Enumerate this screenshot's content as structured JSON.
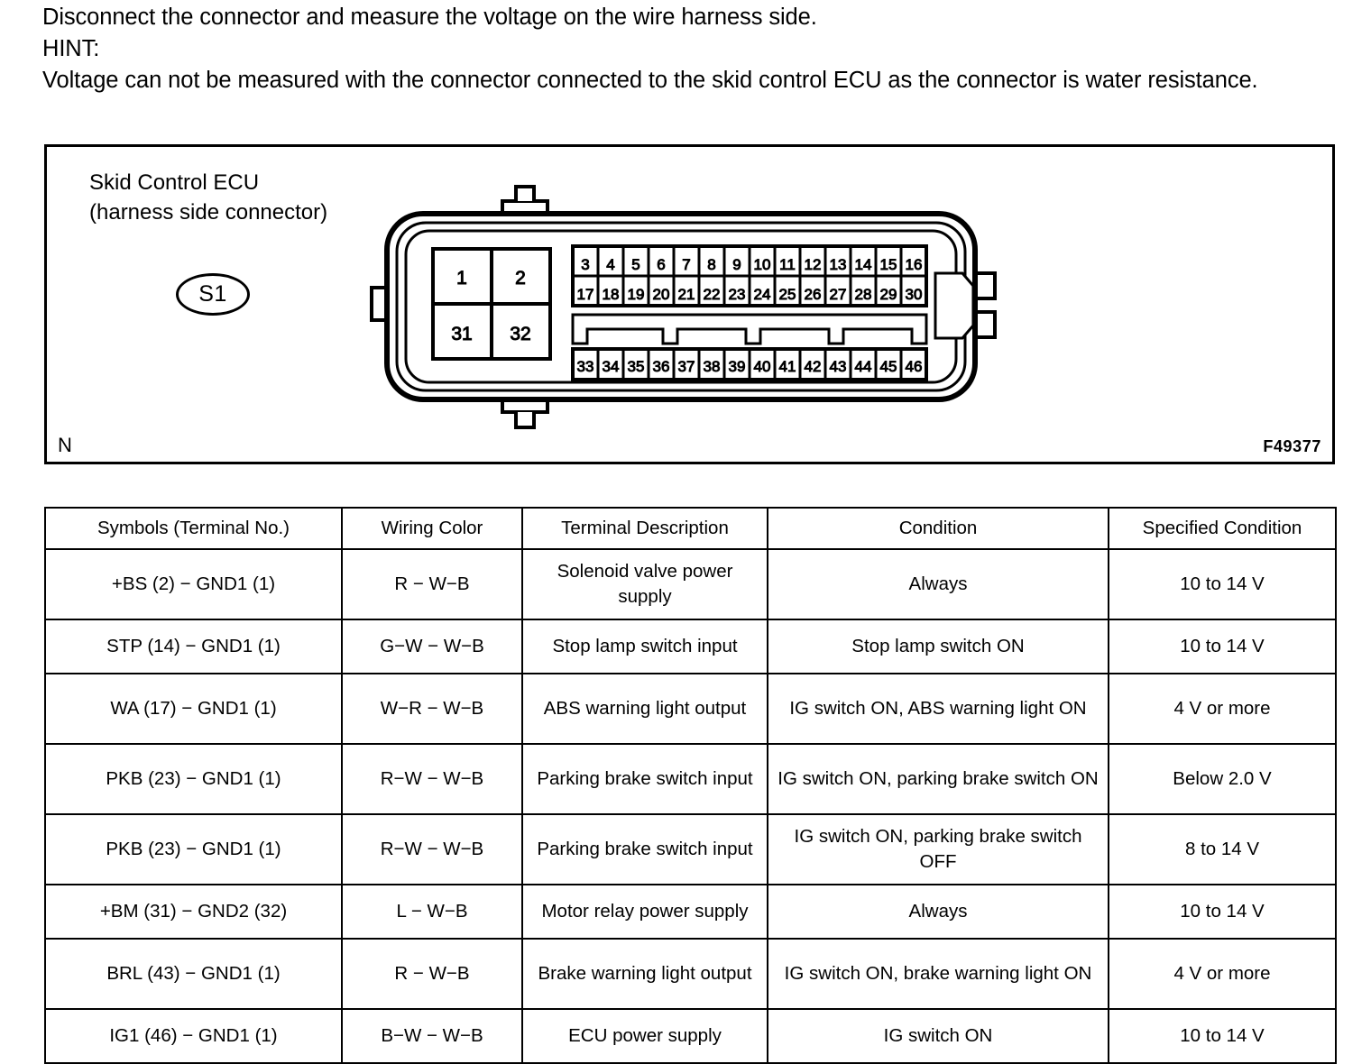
{
  "intro": {
    "line1": "Disconnect the connector and measure the voltage on the wire harness side.",
    "line2": "HINT:",
    "line3": "Voltage can not be measured with the connector connected to the skid control ECU as the connector is water resistance."
  },
  "figure": {
    "title": "Skid Control ECU\n(harness side connector)",
    "badge": "S1",
    "corner_mark": "N",
    "figure_id": "F49377",
    "connector": {
      "left_block_rows": [
        [
          "1",
          "2"
        ],
        [
          "31",
          "32"
        ]
      ],
      "grid_row_top": [
        "3",
        "4",
        "5",
        "6",
        "7",
        "8",
        "9",
        "10",
        "11",
        "12",
        "13",
        "14",
        "15",
        "16"
      ],
      "grid_row_middle": [
        "17",
        "18",
        "19",
        "20",
        "21",
        "22",
        "23",
        "24",
        "25",
        "26",
        "27",
        "28",
        "29",
        "30"
      ],
      "grid_row_bottom": [
        "33",
        "34",
        "35",
        "36",
        "37",
        "38",
        "39",
        "40",
        "41",
        "42",
        "43",
        "44",
        "45",
        "46"
      ]
    }
  },
  "table": {
    "headers": [
      "Symbols (Terminal No.)",
      "Wiring Color",
      "Terminal Description",
      "Condition",
      "Specified Condition"
    ],
    "rows": [
      {
        "symbols": "+BS (2) − GND1 (1)",
        "wiring_color": "R − W−B",
        "description": "Solenoid valve power supply",
        "condition": "Always",
        "specified": "10 to 14 V",
        "tall": true
      },
      {
        "symbols": "STP (14) − GND1 (1)",
        "wiring_color": "G−W − W−B",
        "description": "Stop lamp switch input",
        "condition": "Stop lamp switch ON",
        "specified": "10 to 14 V",
        "tall": false
      },
      {
        "symbols": "WA (17) − GND1 (1)",
        "wiring_color": "W−R − W−B",
        "description": "ABS warning light output",
        "condition": "IG switch ON, ABS warning light ON",
        "specified": "4 V or more",
        "tall": true
      },
      {
        "symbols": "PKB (23) − GND1 (1)",
        "wiring_color": "R−W − W−B",
        "description": "Parking brake switch input",
        "condition": "IG switch ON, parking brake switch ON",
        "specified": "Below 2.0 V",
        "tall": true
      },
      {
        "symbols": "PKB (23) − GND1 (1)",
        "wiring_color": "R−W − W−B",
        "description": "Parking brake switch input",
        "condition": "IG switch ON, parking brake switch OFF",
        "specified": "8 to 14 V",
        "tall": true
      },
      {
        "symbols": "+BM (31) − GND2 (32)",
        "wiring_color": "L − W−B",
        "description": "Motor relay power supply",
        "condition": "Always",
        "specified": "10 to 14 V",
        "tall": false
      },
      {
        "symbols": "BRL (43) − GND1 (1)",
        "wiring_color": "R − W−B",
        "description": "Brake warning light output",
        "condition": "IG switch ON, brake warning light ON",
        "specified": "4 V or more",
        "tall": true
      },
      {
        "symbols": "IG1 (46) − GND1 (1)",
        "wiring_color": "B−W − W−B",
        "description": "ECU power supply",
        "condition": "IG switch ON",
        "specified": "10 to 14 V",
        "tall": false
      }
    ]
  }
}
